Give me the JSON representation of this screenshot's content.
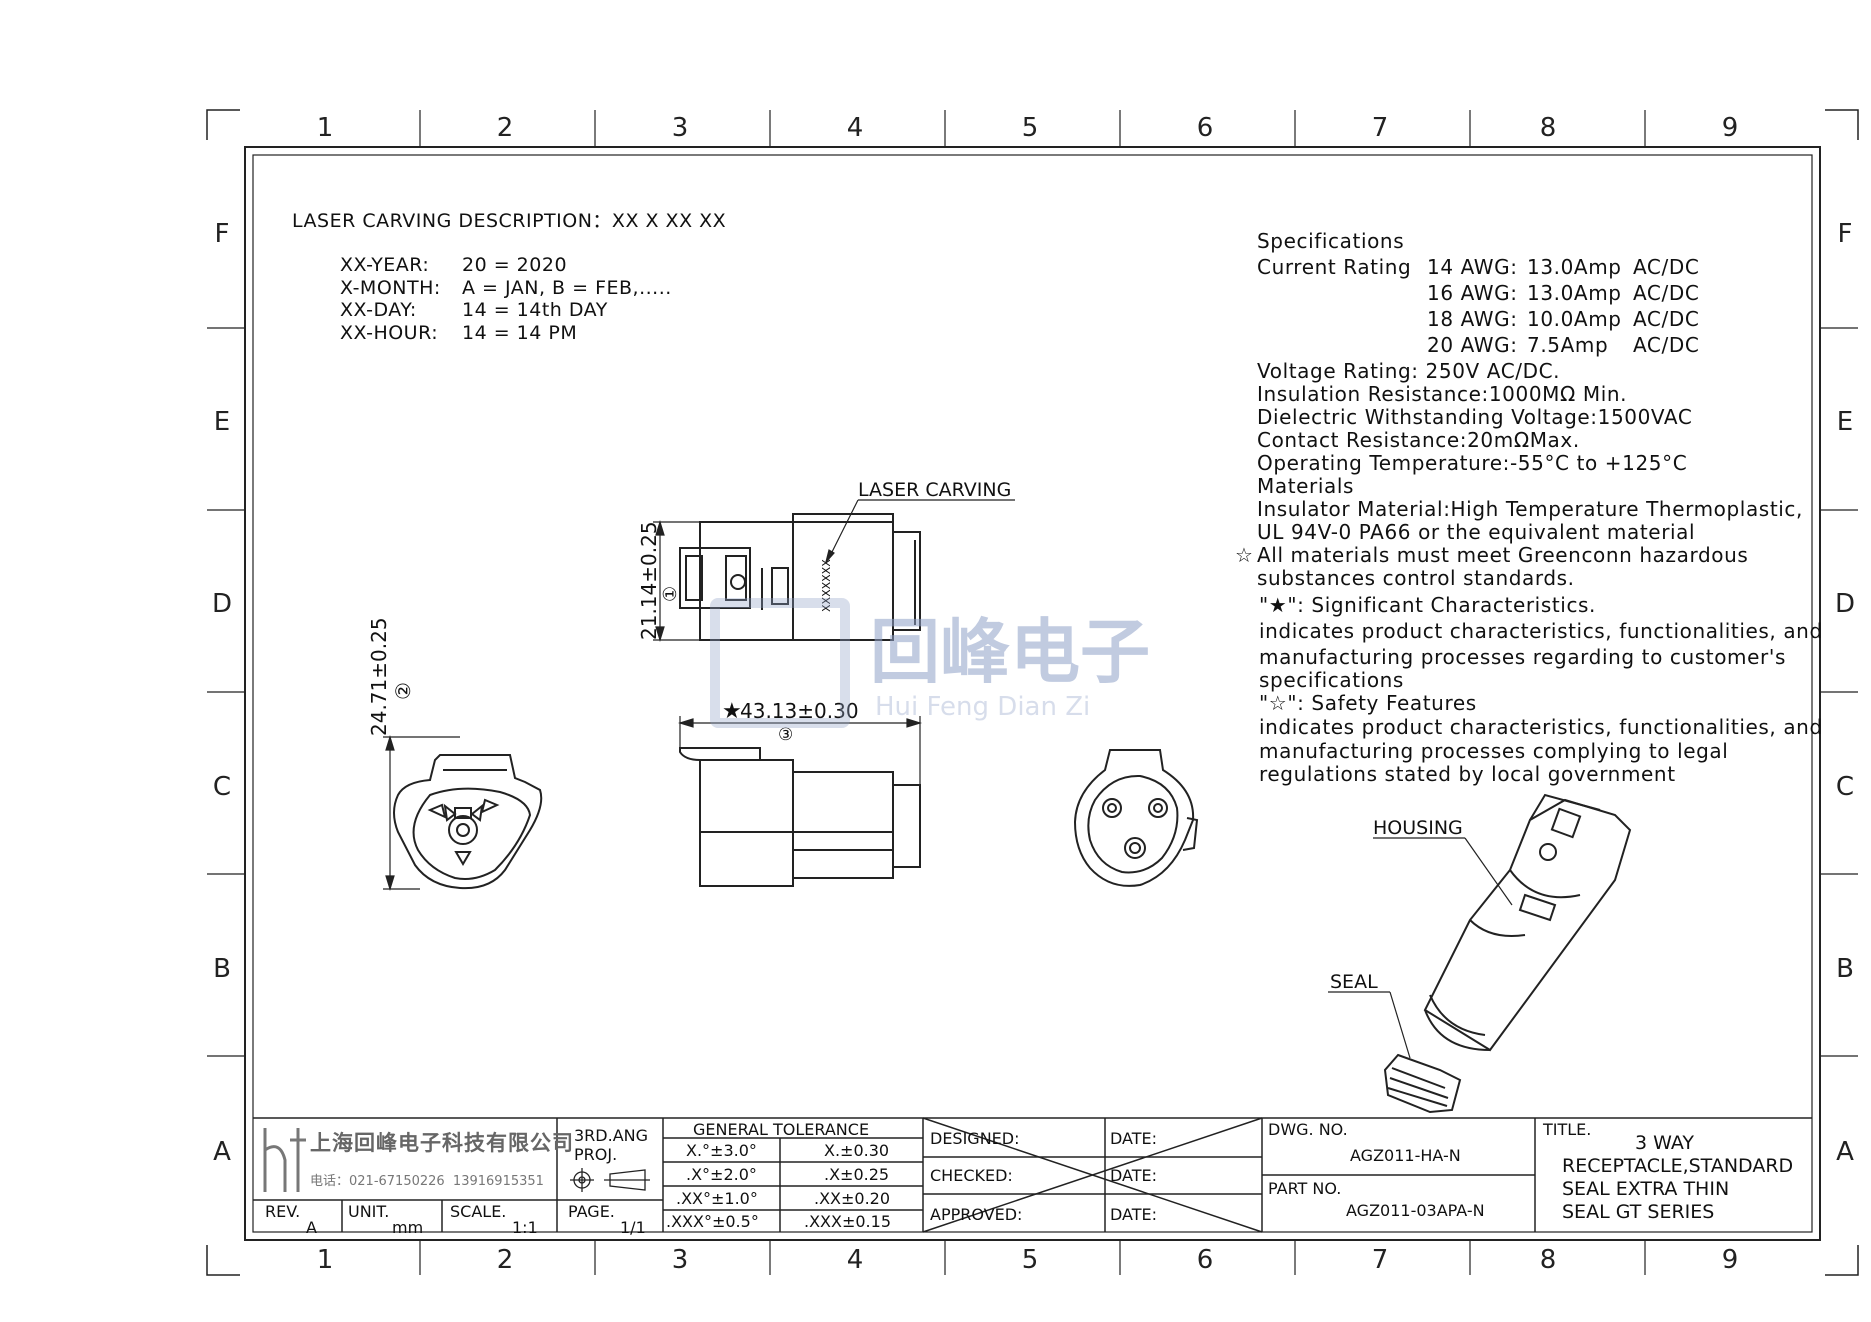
{
  "zones": {
    "columns": [
      "1",
      "2",
      "3",
      "4",
      "5",
      "6",
      "7",
      "8",
      "9"
    ],
    "rows": [
      "F",
      "E",
      "D",
      "C",
      "B",
      "A"
    ]
  },
  "laser": {
    "heading": "LASER CARVING DESCRIPTION：XX X XX XX",
    "lines": [
      {
        "key": "XX-YEAR:",
        "val": "20 = 2020"
      },
      {
        "key": "X-MONTH:",
        "val": "A = JAN, B = FEB,....."
      },
      {
        "key": "XX-DAY:",
        "val": "14 = 14th DAY"
      },
      {
        "key": "XX-HOUR:",
        "val": "14 = 14 PM"
      }
    ]
  },
  "spec": {
    "title": "Specifications",
    "current_label": "Current Rating",
    "current": [
      {
        "awg": "14 AWG:",
        "val": "13.0Amp",
        "type": "AC/DC"
      },
      {
        "awg": "16 AWG:",
        "val": "13.0Amp",
        "type": "AC/DC"
      },
      {
        "awg": "18 AWG:",
        "val": "10.0Amp",
        "type": "AC/DC"
      },
      {
        "awg": "20 AWG:",
        "val": "7.5Amp",
        "type": "AC/DC"
      }
    ],
    "voltage": "Voltage Rating: 250V AC/DC.",
    "insulation": "Insulation Resistance:1000MΩ Min.",
    "dielectric": "Dielectric Withstanding Voltage:1500VAC",
    "contact": "Contact Resistance:20mΩMax.",
    "operating": "Operating Temperature:-55°C to +125°C",
    "materials_title": "Materials",
    "insulator_1": "Insulator Material:High Temperature Thermoplastic,",
    "insulator_2": "UL 94V-0 PA66 or the equivalent material",
    "all_materials_1": "All materials must meet Greenconn hazardous",
    "all_materials_2": "substances control standards.",
    "sig_label": "\"★\": Significant Characteristics.",
    "sig_1": "indicates product characteristics, functionalities, and",
    "sig_2": "manufacturing processes regarding to customer's",
    "sig_3": "specifications",
    "safety_label": "\"☆\": Safety Features",
    "safety_1": "indicates product characteristics, functionalities, and",
    "safety_2": "manufacturing processes complying to legal",
    "safety_3": "regulations stated by local government"
  },
  "annotations": {
    "laser_carving": "LASER CARVING",
    "housing": "HOUSING",
    "seal": "SEAL",
    "dim_height": "24.71±0.25",
    "dim_height_tag": "②",
    "dim_side": "21.14±0.25",
    "dim_side_tag": "①",
    "dim_length": "43.13±0.30",
    "dim_length_tag": "③",
    "xx_mark": "XXXXXXX"
  },
  "watermark": {
    "cn": "回峰电子",
    "en": "Hui Feng Dian Zi"
  },
  "title_block": {
    "company": "上海回峰电子科技有限公司",
    "phone": "电话：021-67150226  13916915351",
    "rev_label": "REV.",
    "rev_val": "A",
    "unit_label": "UNIT.",
    "unit_val": "mm",
    "scale_label": "SCALE.",
    "scale_val": "1:1",
    "proj_1": "3RD.ANG",
    "proj_2": "PROJ.",
    "page_label": "PAGE.",
    "page_val": "1/1",
    "tolerance_title": "GENERAL TOLERANCE",
    "tolerance": [
      {
        "a": "X.°±3.0°",
        "b": "X.±0.30"
      },
      {
        "a": ".X°±2.0°",
        "b": ".X±0.25"
      },
      {
        "a": ".XX°±1.0°",
        "b": ".XX±0.20"
      },
      {
        "a": ".XXX°±0.5°",
        "b": ".XXX±0.15"
      }
    ],
    "designed": "DESIGNED:",
    "checked": "CHECKED:",
    "approved": "APPROVED:",
    "date": "DATE:",
    "dwg_label": "DWG. NO.",
    "dwg_val": "AGZ011-HA-N",
    "part_label": "PART NO.",
    "part_val": "AGZ011-03APA-N",
    "title_label": "TITLE.",
    "title_lines": [
      "3 WAY",
      "RECEPTACLE,STANDARD",
      "SEAL EXTRA THIN",
      "SEAL GT SERIES"
    ]
  }
}
